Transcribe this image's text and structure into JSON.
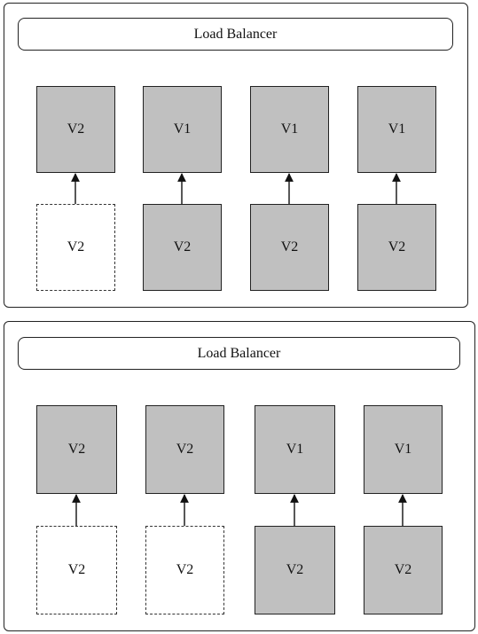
{
  "panels": [
    {
      "load_balancer": "Load Balancer",
      "top_row": [
        "V2",
        "V1",
        "V1",
        "V1"
      ],
      "bottom_row": [
        {
          "label": "V2",
          "style": "dashed"
        },
        {
          "label": "V2",
          "style": "solid"
        },
        {
          "label": "V2",
          "style": "solid"
        },
        {
          "label": "V2",
          "style": "solid"
        }
      ]
    },
    {
      "load_balancer": "Load Balancer",
      "top_row": [
        "V2",
        "V2",
        "V1",
        "V1"
      ],
      "bottom_row": [
        {
          "label": "V2",
          "style": "dashed"
        },
        {
          "label": "V2",
          "style": "dashed"
        },
        {
          "label": "V2",
          "style": "solid"
        },
        {
          "label": "V2",
          "style": "solid"
        }
      ]
    }
  ],
  "colors": {
    "server_fill": "#c0c0c0",
    "border": "#222222"
  }
}
